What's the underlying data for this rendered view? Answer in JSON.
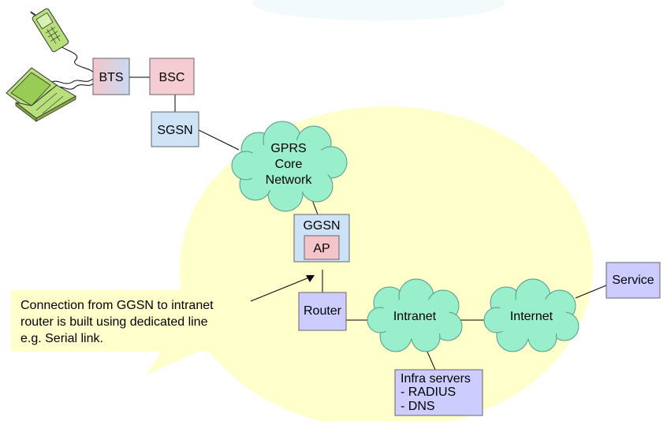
{
  "nodes": {
    "bts": "BTS",
    "bsc": "BSC",
    "sgsn": "SGSN",
    "ggsn": "GGSN",
    "ap": "AP",
    "router": "Router",
    "service": "Service",
    "gprs_core": [
      "GPRS",
      "Core",
      "Network"
    ],
    "intranet": "Intranet",
    "internet": "Internet",
    "infra_servers": [
      "Infra servers",
      "- RADIUS",
      "- DNS"
    ]
  },
  "callout": {
    "lines": [
      "Connection from GGSN to intranet",
      "router is built using dedicated line",
      "e.g. Serial link."
    ]
  },
  "icons": {
    "phone": "mobile-phone-icon",
    "laptop": "laptop-icon"
  },
  "colors": {
    "region": "#ffffcc",
    "cloud": "#99eecc",
    "cloud_stroke": "#559988",
    "bts_gradient": [
      "#f2c6cc",
      "#c8daf0"
    ],
    "bsc_fill": "#f5ccd2",
    "sgsn_fill": "#cfe3f7",
    "ggsn_fill": "#cde2f6",
    "ap_fill": "#f5c4ca",
    "purple_box": "#ccccff",
    "callout_fill": "#ffffcc",
    "device_green": "#b7e07a"
  }
}
